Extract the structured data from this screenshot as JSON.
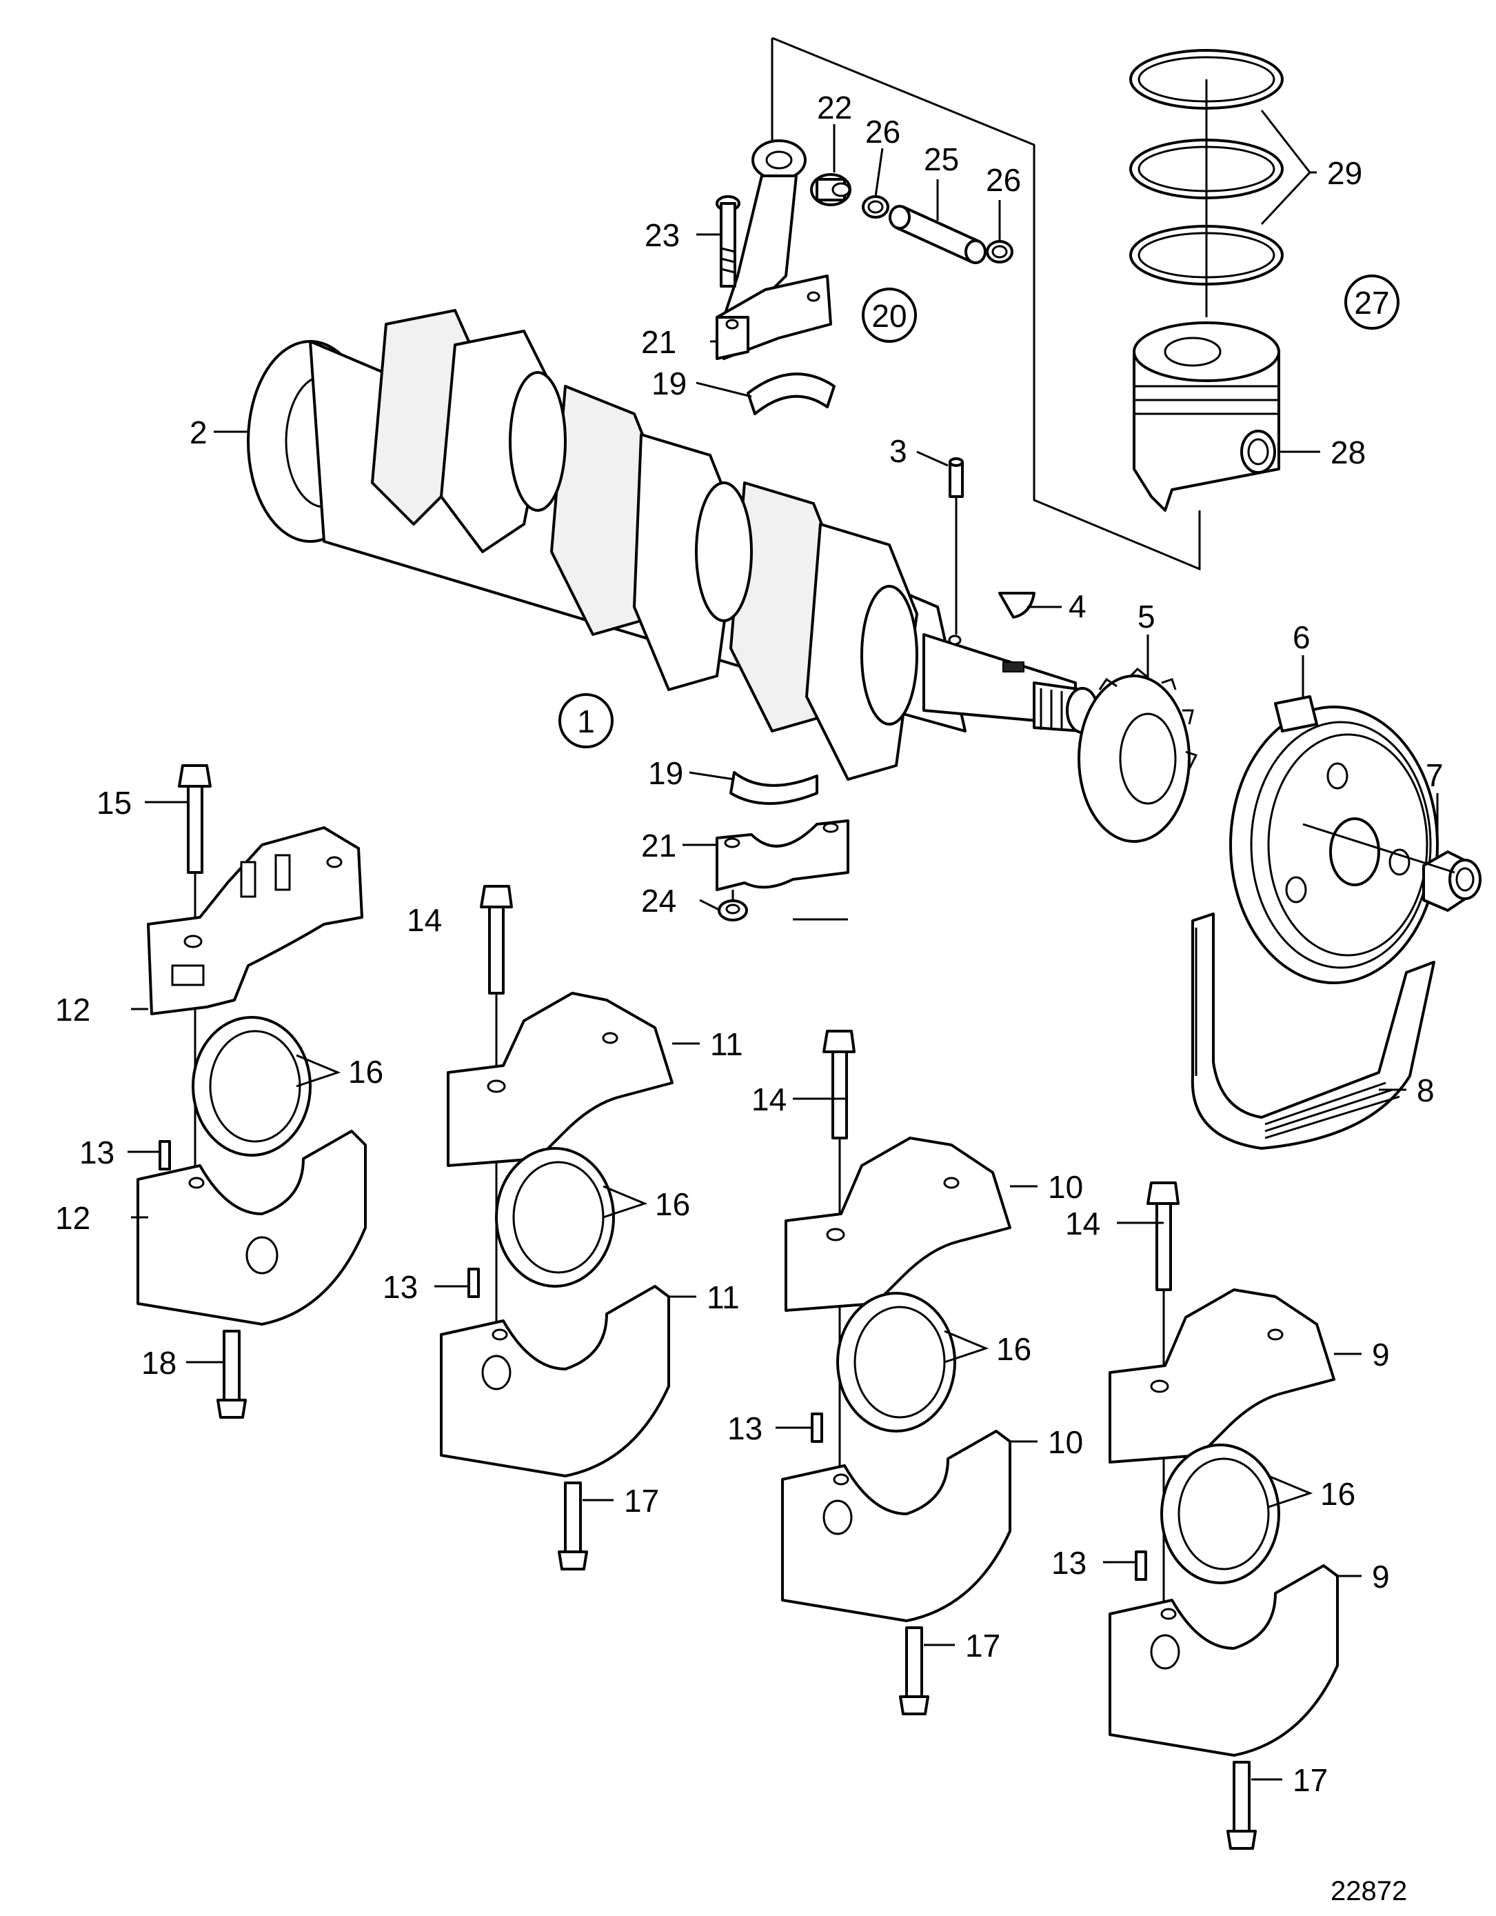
{
  "diagram": {
    "reference_number": "22872",
    "callouts": [
      {
        "id": "c1",
        "text": "1",
        "circled": true
      },
      {
        "id": "c2",
        "text": "2"
      },
      {
        "id": "c3",
        "text": "3"
      },
      {
        "id": "c4",
        "text": "4"
      },
      {
        "id": "c5",
        "text": "5"
      },
      {
        "id": "c6",
        "text": "6"
      },
      {
        "id": "c7",
        "text": "7"
      },
      {
        "id": "c8",
        "text": "8"
      },
      {
        "id": "c9a",
        "text": "9"
      },
      {
        "id": "c9b",
        "text": "9"
      },
      {
        "id": "c10a",
        "text": "10"
      },
      {
        "id": "c10b",
        "text": "10"
      },
      {
        "id": "c11a",
        "text": "11"
      },
      {
        "id": "c11b",
        "text": "11"
      },
      {
        "id": "c12a",
        "text": "12"
      },
      {
        "id": "c12b",
        "text": "12"
      },
      {
        "id": "c13a",
        "text": "13"
      },
      {
        "id": "c13b",
        "text": "13"
      },
      {
        "id": "c13c",
        "text": "13"
      },
      {
        "id": "c13d",
        "text": "13"
      },
      {
        "id": "c14a",
        "text": "14"
      },
      {
        "id": "c14b",
        "text": "14"
      },
      {
        "id": "c14c",
        "text": "14"
      },
      {
        "id": "c15",
        "text": "15"
      },
      {
        "id": "c16a",
        "text": "16"
      },
      {
        "id": "c16b",
        "text": "16"
      },
      {
        "id": "c16c",
        "text": "16"
      },
      {
        "id": "c16d",
        "text": "16"
      },
      {
        "id": "c17a",
        "text": "17"
      },
      {
        "id": "c17b",
        "text": "17"
      },
      {
        "id": "c17c",
        "text": "17"
      },
      {
        "id": "c18",
        "text": "18"
      },
      {
        "id": "c19a",
        "text": "19"
      },
      {
        "id": "c19b",
        "text": "19"
      },
      {
        "id": "c20",
        "text": "20",
        "circled": true
      },
      {
        "id": "c21a",
        "text": "21"
      },
      {
        "id": "c21b",
        "text": "21"
      },
      {
        "id": "c22",
        "text": "22"
      },
      {
        "id": "c23",
        "text": "23"
      },
      {
        "id": "c24",
        "text": "24"
      },
      {
        "id": "c25",
        "text": "25"
      },
      {
        "id": "c26a",
        "text": "26"
      },
      {
        "id": "c26b",
        "text": "26"
      },
      {
        "id": "c27",
        "text": "27",
        "circled": true
      },
      {
        "id": "c28",
        "text": "28"
      },
      {
        "id": "c29",
        "text": "29"
      }
    ]
  }
}
